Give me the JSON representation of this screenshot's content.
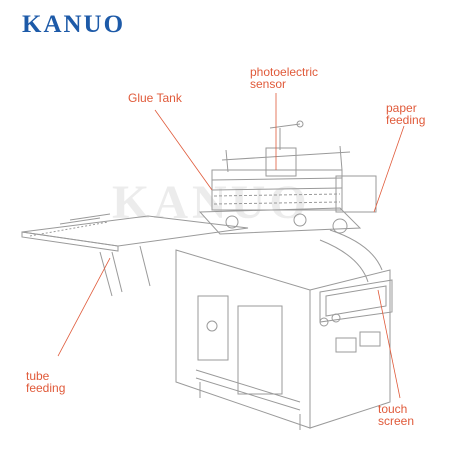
{
  "brand": {
    "name": "KANUO",
    "color": "#1d5aa8"
  },
  "watermark": "KANUO",
  "callout_color": "#e05a3a",
  "line_color": "#9a9a9a",
  "callouts": {
    "glue_tank": [
      "Glue Tank"
    ],
    "photoelectric_sensor": [
      "photoelectric",
      "sensor"
    ],
    "paper_feeding": [
      "paper",
      "feeding"
    ],
    "tube_feeding": [
      "tube",
      "feeding"
    ],
    "touch_screen": [
      "touch",
      "screen"
    ]
  }
}
